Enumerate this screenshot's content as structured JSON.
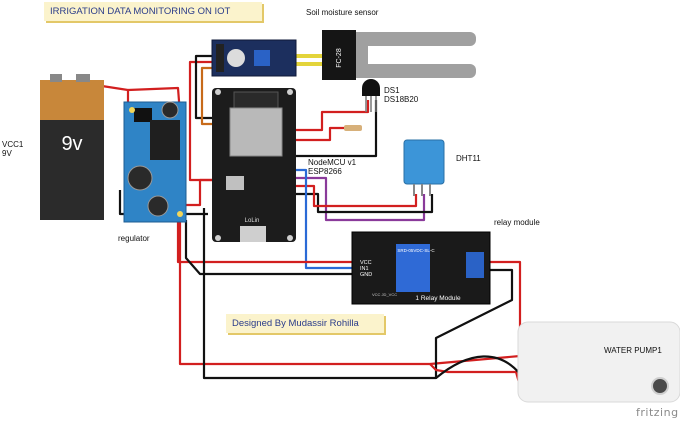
{
  "title_note": "IRRIGATION DATA MONITORING ON IOT",
  "designer_note": "Designed By Mudassir Rohilla",
  "watermark": "fritzing",
  "components": {
    "battery": {
      "ref": "VCC1",
      "value": "9V",
      "face_label": "9v"
    },
    "regulator": {
      "label": "regulator"
    },
    "moisture_module": {
      "label": "Soil moisture sensor",
      "probe_label": "FC-28"
    },
    "temp_sensor": {
      "ref": "DS1",
      "part": "DS18B20"
    },
    "mcu": {
      "name": "NodeMCU v1",
      "chip": "ESP8266",
      "board_text": "LoLin"
    },
    "dht": {
      "label": "DHT11"
    },
    "relay": {
      "label": "relay module",
      "board_text": "1 Relay Module",
      "pins": [
        "VCC",
        "IN1",
        "GND"
      ],
      "part_text": "SRD-05VDC-SL-C",
      "jumper_text": "VCC JD_VCC"
    },
    "pump": {
      "label": "WATER PUMP1"
    }
  },
  "colors": {
    "wire_red": "#d21f1f",
    "wire_black": "#111111",
    "wire_blue": "#2a6ad6",
    "wire_purple": "#8a3a9a",
    "wire_orange": "#c76a1a",
    "board_blue": "#2079c4",
    "board_black": "#1c1c1c",
    "note_bg": "#fbf3cc"
  }
}
